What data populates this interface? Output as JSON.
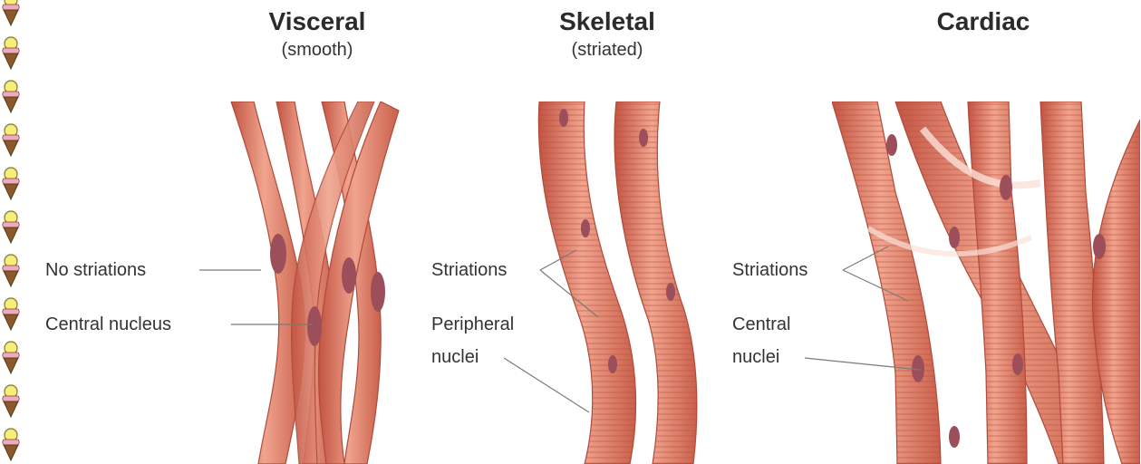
{
  "border": {
    "icon": "ice-cream-cone-icon",
    "count": 11
  },
  "panels": [
    {
      "title": "Visceral",
      "subtitle": "(smooth)",
      "labels": [
        "No striations",
        "Central nucleus"
      ]
    },
    {
      "title": "Skeletal",
      "subtitle": "(striated)",
      "labels": [
        "Striations",
        "Peripheral",
        "nuclei"
      ]
    },
    {
      "title": "Cardiac",
      "subtitle": "",
      "labels": [
        "Striations",
        "Central",
        "nuclei"
      ]
    }
  ],
  "colors": {
    "fiber": "#e07a62",
    "fiber_dark": "#c25442",
    "fiber_light": "#f3b5a2",
    "nucleus": "#9c4e5a",
    "leader": "#7a7a7a"
  }
}
